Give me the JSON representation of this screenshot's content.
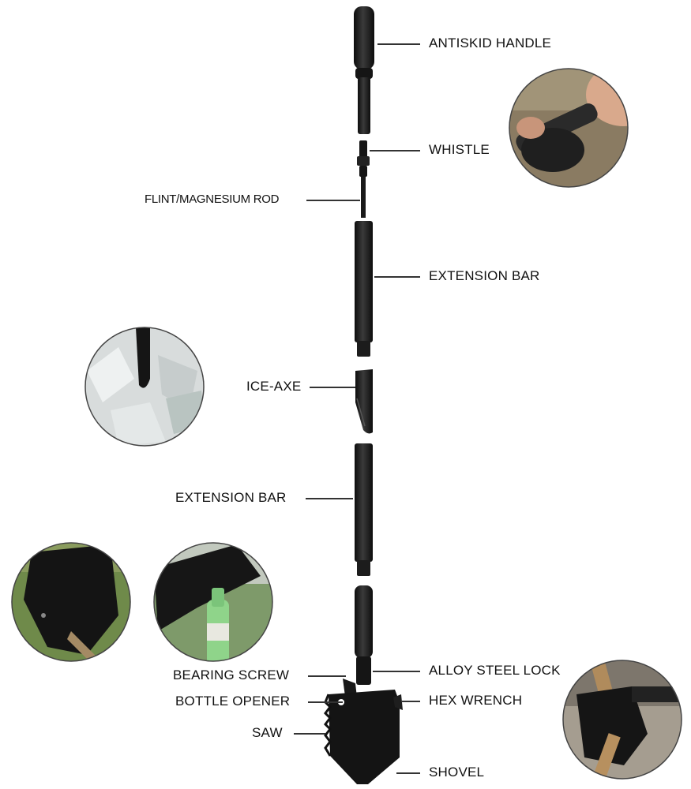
{
  "labels": {
    "antiskid_handle": "ANTISKID HANDLE",
    "whistle": "WHISTLE",
    "flint_rod": "FLINT/MAGNESIUM ROD",
    "extension_bar_top": "EXTENSION BAR",
    "ice_axe": "ICE-AXE",
    "extension_bar_bottom": "EXTENSION BAR",
    "alloy_steel_lock": "ALLOY STEEL LOCK",
    "bearing_screw": "BEARING SCREW",
    "bottle_opener": "BOTTLE OPENER",
    "hex_wrench": "HEX WRENCH",
    "saw": "SAW",
    "shovel": "SHOVEL"
  },
  "colors": {
    "metal": "#1a1a1a",
    "metal_highlight": "#3a3a3a",
    "ice": "#d8dcdc",
    "foliage": "#6f8a4a",
    "bottle_glass": "#8fd48a"
  }
}
